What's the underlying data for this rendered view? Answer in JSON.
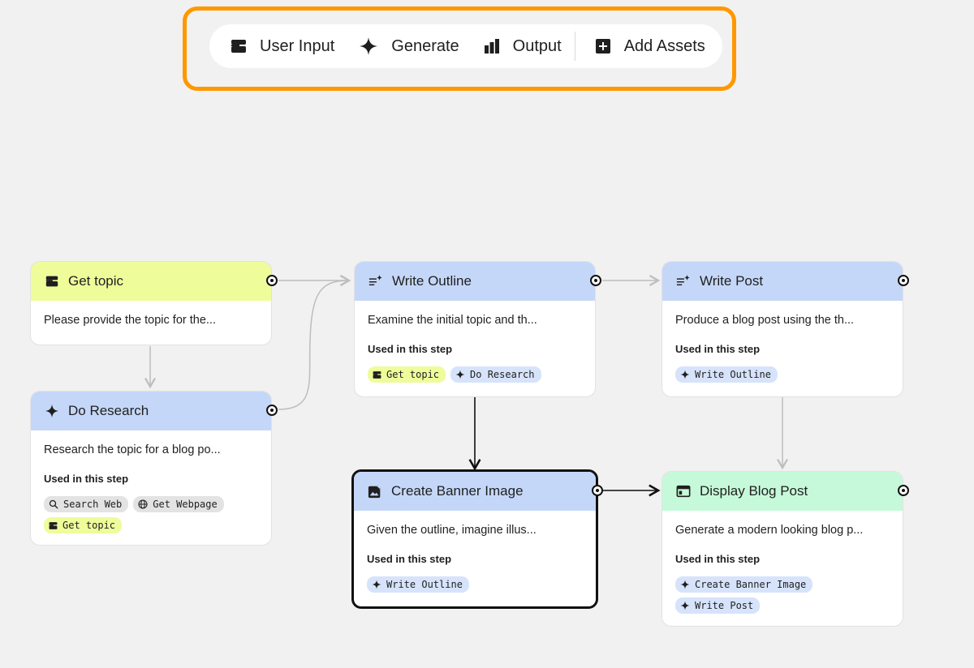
{
  "toolbar": {
    "user_input": "User Input",
    "generate": "Generate",
    "output": "Output",
    "add_assets": "Add Assets"
  },
  "colors": {
    "highlight": "#ff9800",
    "input_header": "#eefc9a",
    "generate_header": "#c5d7f8",
    "output_header": "#c6f9d9"
  },
  "used_label": "Used in this step",
  "nodes": {
    "get_topic": {
      "icon": "user-input-icon",
      "title": "Get topic",
      "desc": "Please provide the topic for the..."
    },
    "do_research": {
      "icon": "sparkle-icon",
      "title": "Do Research",
      "desc": "Research the topic for a blog po...",
      "chips": [
        "Search Web",
        "Get Webpage",
        "Get topic"
      ]
    },
    "write_outline": {
      "icon": "text-sparkle-icon",
      "title": "Write Outline",
      "desc": "Examine the initial topic and th...",
      "chips": [
        "Get topic",
        "Do Research"
      ]
    },
    "write_post": {
      "icon": "text-sparkle-icon",
      "title": "Write Post",
      "desc": "Produce a blog post using the th...",
      "chips": [
        "Write Outline"
      ]
    },
    "create_banner": {
      "icon": "image-sparkle-icon",
      "title": "Create Banner Image",
      "desc": "Given the outline, imagine illus...",
      "chips": [
        "Write Outline"
      ]
    },
    "display_post": {
      "icon": "web-page-icon",
      "title": "Display Blog Post",
      "desc": "Generate a modern looking blog p...",
      "chips": [
        "Create Banner Image",
        "Write Post"
      ]
    }
  }
}
